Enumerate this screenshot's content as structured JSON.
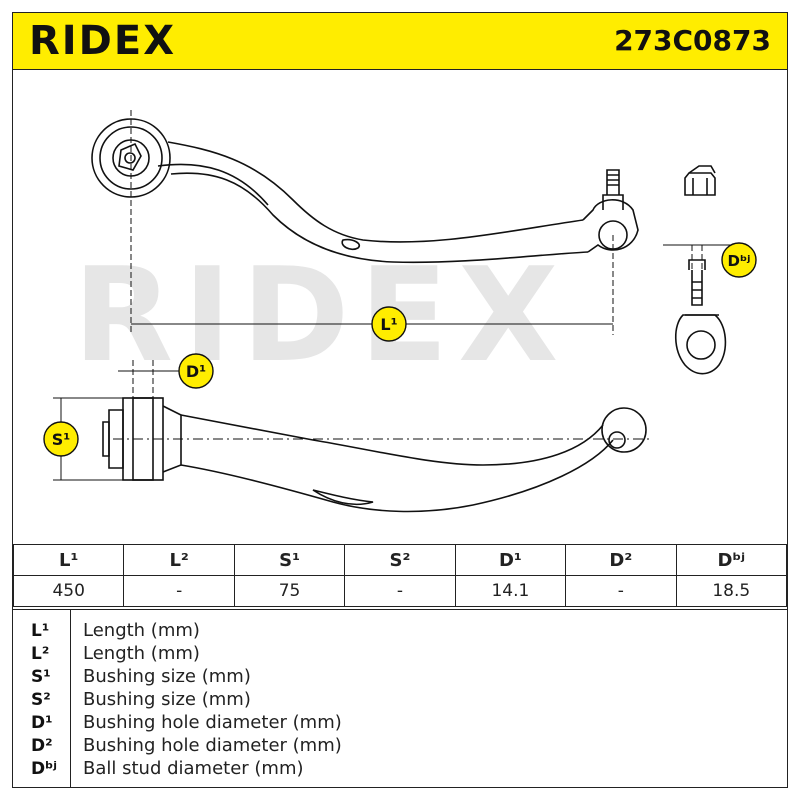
{
  "header": {
    "brand": "RIDEX",
    "part_number": "273C0873"
  },
  "drawing": {
    "watermark": "RIDEX",
    "labels": {
      "L1": "L¹",
      "D1": "D¹",
      "S1": "S¹",
      "Dbj": "Dᵇʲ"
    },
    "label_color": "#ffed00"
  },
  "specs": {
    "headers": [
      "L¹",
      "L²",
      "S¹",
      "S²",
      "D¹",
      "D²",
      "Dᵇʲ"
    ],
    "values": [
      "450",
      "-",
      "75",
      "-",
      "14.1",
      "-",
      "18.5"
    ]
  },
  "legend": [
    {
      "symbol": "L¹",
      "text": "Length (mm)"
    },
    {
      "symbol": "L²",
      "text": "Length (mm)"
    },
    {
      "symbol": "S¹",
      "text": "Bushing size (mm)"
    },
    {
      "symbol": "S²",
      "text": "Bushing size (mm)"
    },
    {
      "symbol": "D¹",
      "text": "Bushing hole diameter (mm)"
    },
    {
      "symbol": "D²",
      "text": "Bushing hole diameter (mm)"
    },
    {
      "symbol": "Dᵇʲ",
      "text": "Ball stud diameter (mm)"
    }
  ]
}
